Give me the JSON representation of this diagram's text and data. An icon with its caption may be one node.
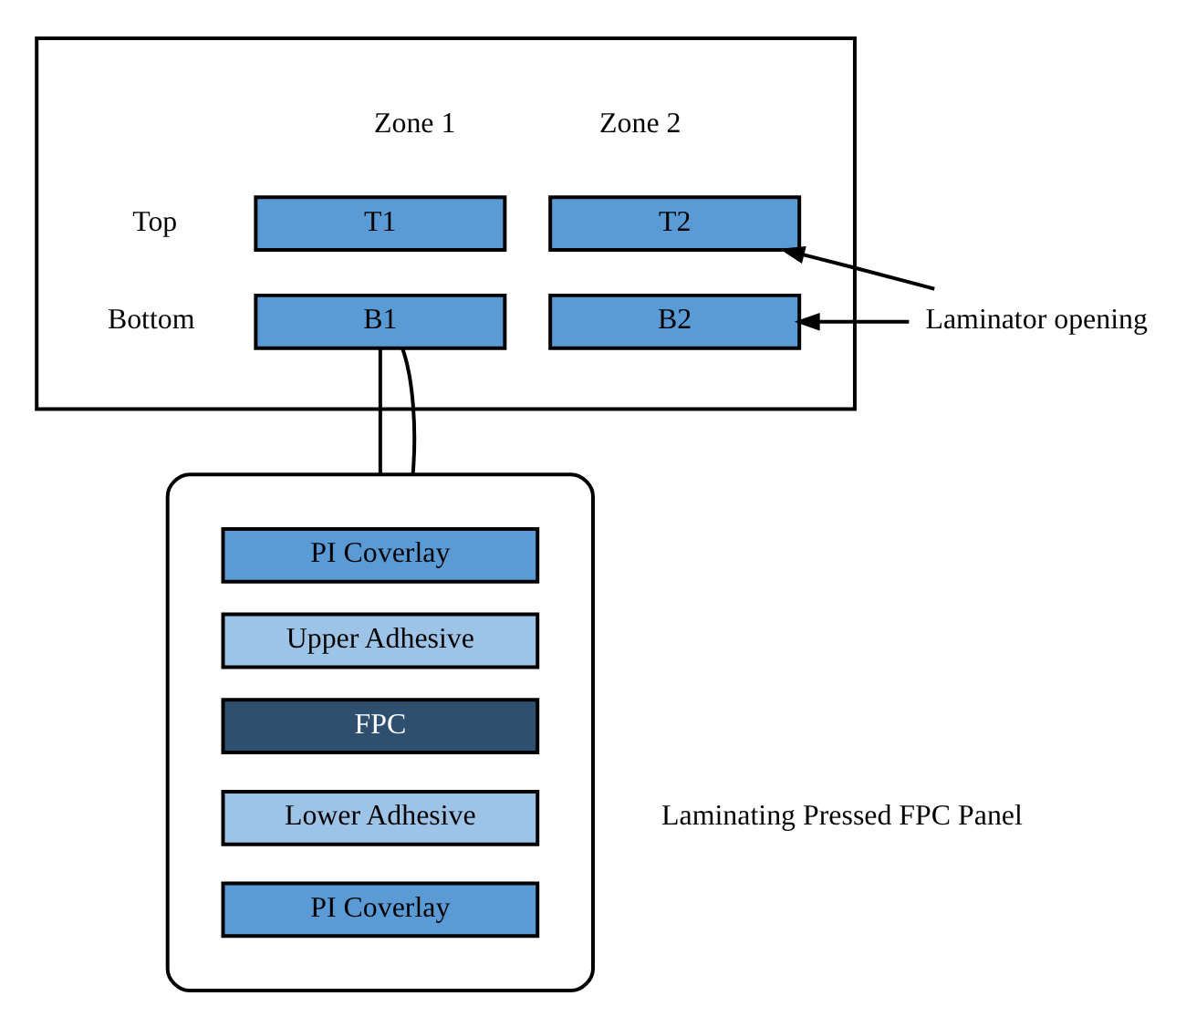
{
  "diagram": {
    "nodes": [
      {
        "text": [],
        "shape": "box"
      },
      {
        "text": [
          "T1"
        ],
        "in": 0
      },
      {
        "text": [
          "T2"
        ],
        "in": 0
      },
      {
        "text": [
          "B1"
        ],
        "in": 0
      },
      {
        "text": [
          "B2"
        ],
        "in": 0
      },
      {
        "text": [
          "Laminator opening"
        ]
      },
      {
        "text": [],
        "shape": "ellipse"
      },
      {
        "text": [
          "PI Coverlay"
        ],
        "in": 6
      },
      {
        "text": [
          "Upper Adhesive"
        ],
        "in": 6
      },
      {
        "text": [
          "FPC"
        ],
        "in": 6
      },
      {
        "text": [
          "Lower Adhesive"
        ],
        "in": 6
      },
      {
        "text": [
          "PI Coverlay"
        ],
        "in": 6
      }
    ],
    "edges": [
      {
        "from": 5,
        "to": 2,
        "arrow": "to"
      },
      {
        "from": 5,
        "to": 4,
        "arrow": "to"
      },
      {
        "from": 3,
        "to": 6,
        "arrow": "none"
      },
      {
        "from": 3,
        "to": 6,
        "arrow": "none"
      }
    ],
    "labels": [
      "Zone 1",
      "Zone 2",
      "Top",
      "Bottom",
      "Laminating Pressed FPC Panel"
    ]
  }
}
